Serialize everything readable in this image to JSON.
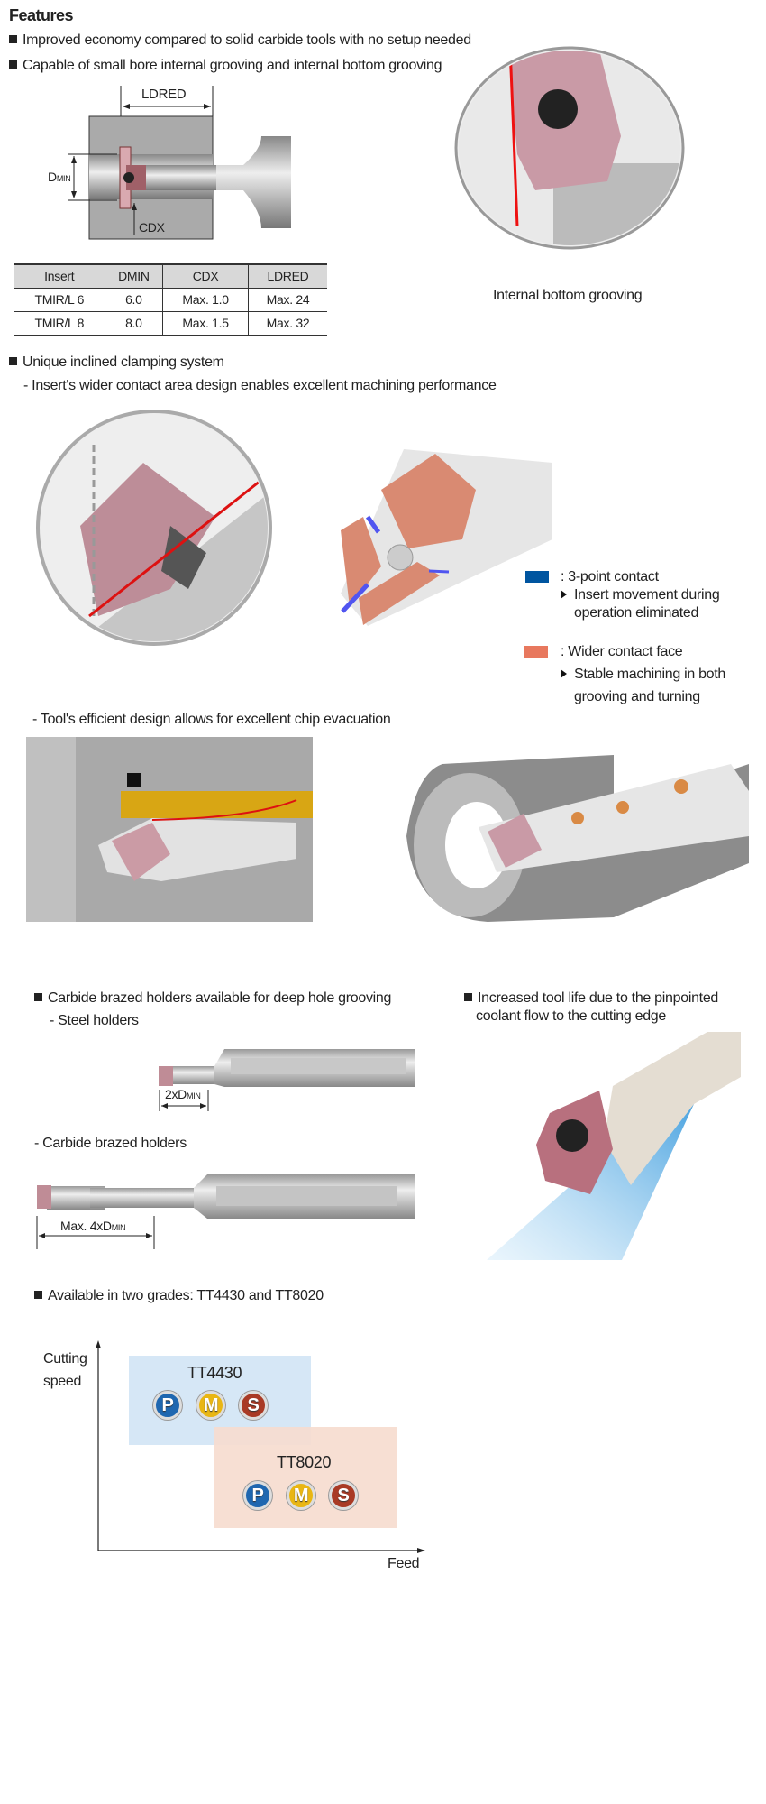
{
  "heading": "Features",
  "bullets": {
    "b1": "Improved economy compared to solid carbide tools with no setup needed",
    "b2": "Capable of small bore internal grooving and internal bottom grooving",
    "b3": "Unique inclined clamping system",
    "b3_sub": "- Insert's wider contact area design enables excellent machining performance",
    "b3_sub2": "- Tool's efficient design allows for excellent chip evacuation",
    "b4": "Carbide brazed holders available for deep hole grooving",
    "b4_sub1": "- Steel holders",
    "b4_sub2": "- Carbide brazed holders",
    "b5_l1": "Increased tool life due to the pinpointed",
    "b5_l2": "coolant flow to the cutting edge",
    "b6": "Available in two grades: TT4430 and TT8020"
  },
  "diagram": {
    "ldred": "LDRED",
    "dmin": "D",
    "dmin_sub": "MIN",
    "cdx": "CDX"
  },
  "table": {
    "headers": [
      "Insert",
      "DMIN",
      "CDX",
      "LDRED"
    ],
    "rows": [
      [
        "TMIR/L 6",
        "6.0",
        "Max. 1.0",
        "Max. 24"
      ],
      [
        "TMIR/L 8",
        "8.0",
        "Max. 1.5",
        "Max. 32"
      ]
    ]
  },
  "caption_bottom_grooving": "Internal bottom grooving",
  "legend": {
    "blue_color": "#0055a0",
    "salmon_color": "#e8785e",
    "blue_label": ": 3-point contact",
    "blue_desc1": "Insert movement during",
    "blue_desc2": "operation eliminated",
    "salmon_label": ": Wider contact face",
    "salmon_desc1": "Stable machining in both",
    "salmon_desc2": "grooving and turning"
  },
  "steel_dim": "2xD",
  "steel_dim_sub": "MIN",
  "carbide_dim": "Max. 4xD",
  "carbide_dim_sub": "MIN",
  "grade_chart": {
    "ylabel1": "Cutting",
    "ylabel2": "speed",
    "xlabel": "Feed",
    "grades": [
      {
        "name": "TT4430",
        "materials": [
          "P",
          "M",
          "S"
        ],
        "color": "#d6e7f6"
      },
      {
        "name": "TT8020",
        "materials": [
          "P",
          "M",
          "S"
        ],
        "color": "#f6dccf"
      }
    ],
    "material_colors": {
      "P": "#1f67b0",
      "M": "#e9b614",
      "S": "#a93a25"
    }
  }
}
